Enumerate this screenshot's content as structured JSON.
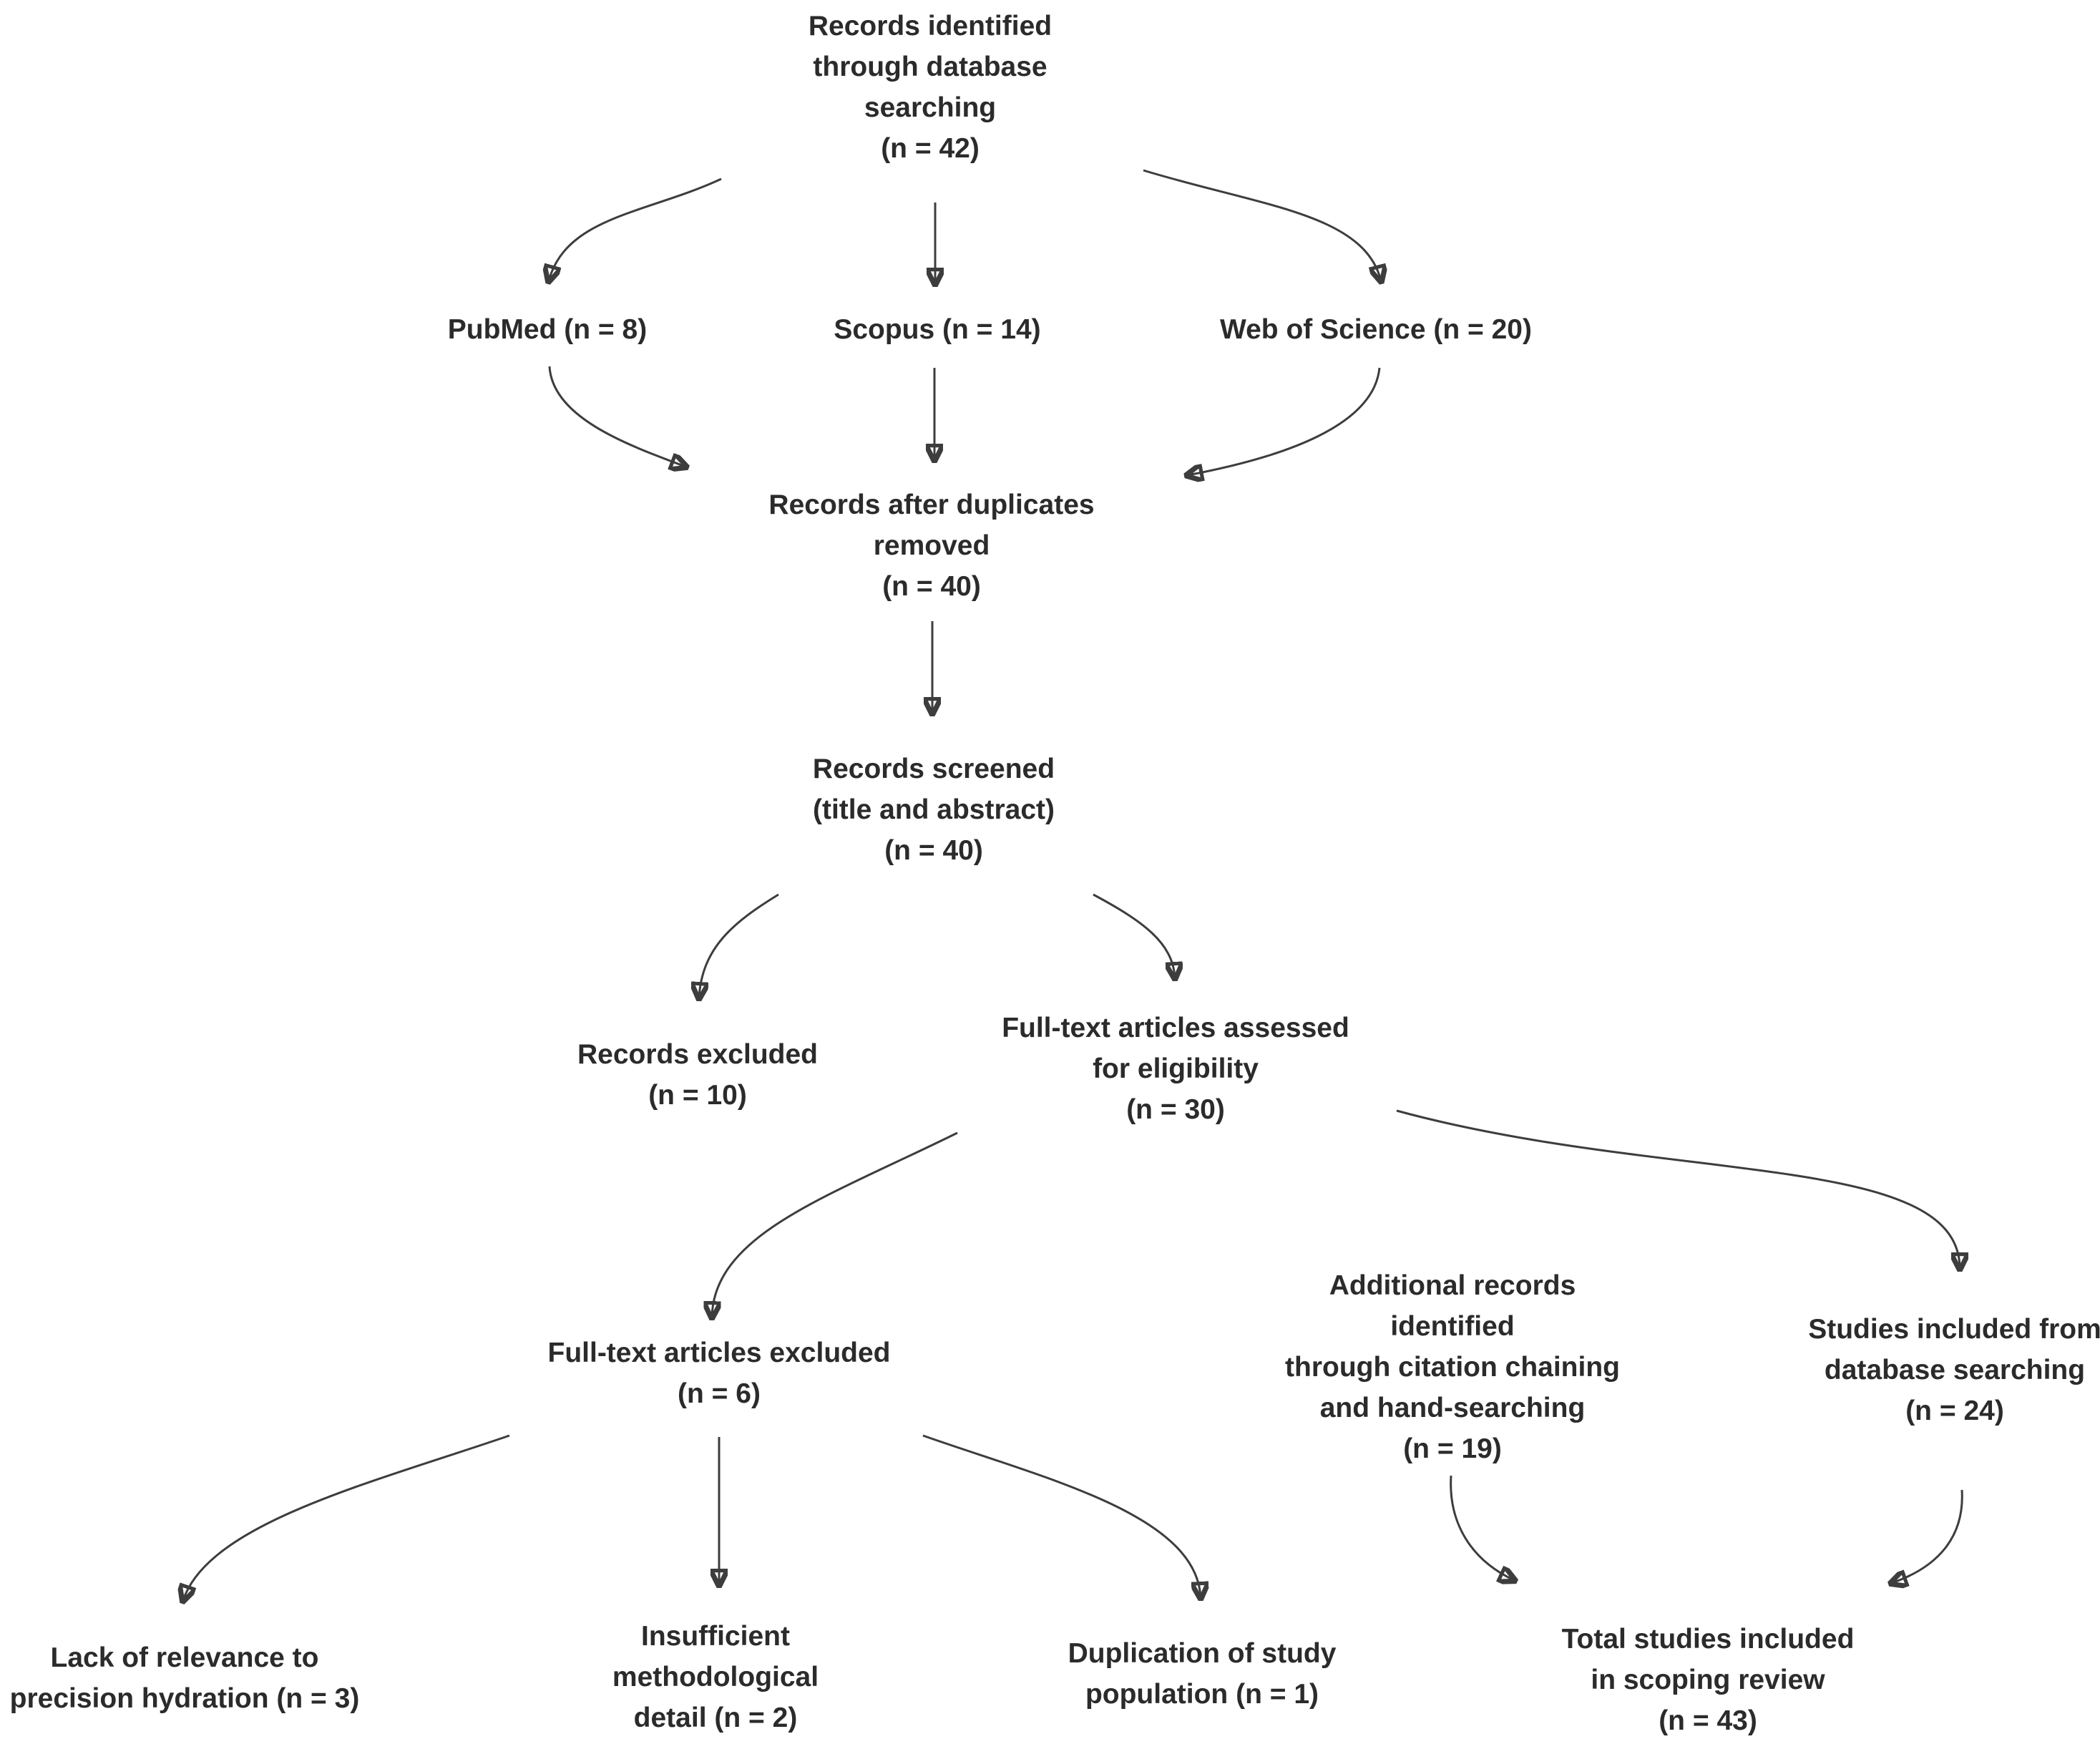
{
  "title": "Study selection flow diagram (PRISMA-style scoping review)",
  "theme": {
    "background": "#ffffff",
    "ink": "#2b2b2b",
    "arrow": "#3d3d3d"
  },
  "nodes": {
    "records_identified": {
      "n": 42,
      "lines": [
        "Records identified",
        "through database",
        "searching",
        "(n = 42)"
      ]
    },
    "pubmed": {
      "n": 8,
      "lines": [
        "PubMed (n = 8)"
      ]
    },
    "scopus": {
      "n": 14,
      "lines": [
        "Scopus (n = 14)"
      ]
    },
    "web_of_science": {
      "n": 20,
      "lines": [
        "Web of Science (n = 20)"
      ]
    },
    "records_after_duplicates": {
      "n": 40,
      "lines": [
        "Records after duplicates",
        "removed",
        "(n = 40)"
      ]
    },
    "records_screened": {
      "n": 40,
      "lines": [
        "Records screened",
        "(title and abstract)",
        "(n = 40)"
      ]
    },
    "records_excluded": {
      "n": 10,
      "lines": [
        "Records excluded",
        "(n = 10)"
      ]
    },
    "fulltext_assessed": {
      "n": 30,
      "lines": [
        "Full-text articles assessed",
        "for eligibility",
        "(n = 30)"
      ]
    },
    "fulltext_excluded": {
      "n": 6,
      "lines": [
        "Full-text articles excluded",
        "(n = 6)"
      ]
    },
    "additional_records": {
      "n": 19,
      "lines": [
        "Additional records",
        "identified",
        "through citation chaining",
        "and hand-searching",
        "(n = 19)"
      ]
    },
    "studies_included_db": {
      "n": 24,
      "lines": [
        "Studies included from",
        "database searching",
        "(n = 24)"
      ]
    },
    "lack_relevance": {
      "n": 3,
      "lines": [
        "Lack of relevance to",
        "precision hydration (n = 3)"
      ]
    },
    "insufficient_detail": {
      "n": 2,
      "lines": [
        "Insufficient",
        "methodological",
        "detail (n = 2)"
      ]
    },
    "duplication_population": {
      "n": 1,
      "lines": [
        "Duplication of study",
        "population (n = 1)"
      ]
    },
    "total_studies": {
      "n": 43,
      "lines": [
        "Total studies included",
        "in scoping review",
        "(n = 43)"
      ]
    }
  },
  "edges": [
    {
      "from": "records_identified",
      "to": "pubmed"
    },
    {
      "from": "records_identified",
      "to": "scopus"
    },
    {
      "from": "records_identified",
      "to": "web_of_science"
    },
    {
      "from": "pubmed",
      "to": "records_after_duplicates"
    },
    {
      "from": "scopus",
      "to": "records_after_duplicates"
    },
    {
      "from": "web_of_science",
      "to": "records_after_duplicates"
    },
    {
      "from": "records_after_duplicates",
      "to": "records_screened"
    },
    {
      "from": "records_screened",
      "to": "records_excluded"
    },
    {
      "from": "records_screened",
      "to": "fulltext_assessed"
    },
    {
      "from": "fulltext_assessed",
      "to": "fulltext_excluded"
    },
    {
      "from": "fulltext_assessed",
      "to": "studies_included_db"
    },
    {
      "from": "fulltext_excluded",
      "to": "lack_relevance"
    },
    {
      "from": "fulltext_excluded",
      "to": "insufficient_detail"
    },
    {
      "from": "fulltext_excluded",
      "to": "duplication_population"
    },
    {
      "from": "additional_records",
      "to": "total_studies"
    },
    {
      "from": "studies_included_db",
      "to": "total_studies"
    }
  ]
}
